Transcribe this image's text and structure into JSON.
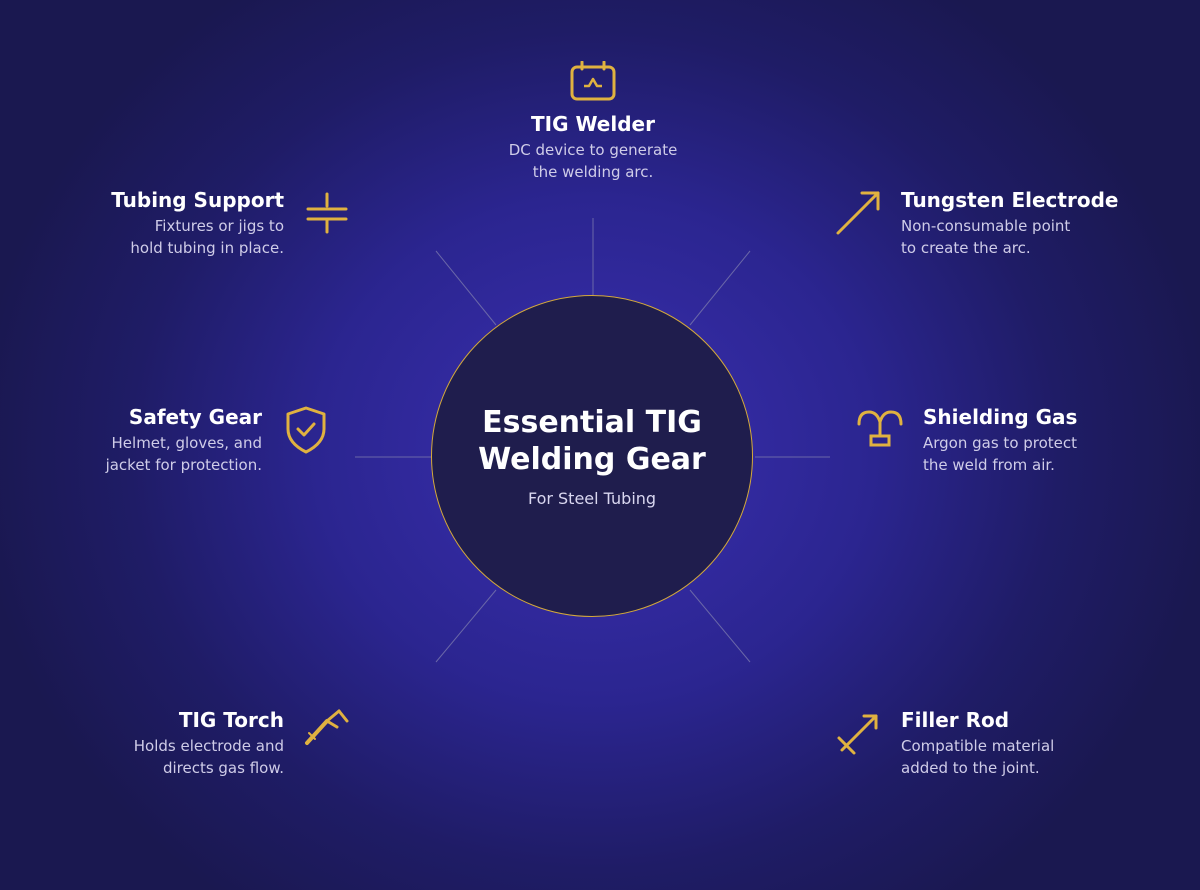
{
  "center": {
    "title_line1": "Essential TIG",
    "title_line2": "Welding Gear",
    "subtitle": "For Steel Tubing"
  },
  "nodes": [
    {
      "title": "TIG Welder",
      "desc_line1": "DC device to generate",
      "desc_line2": "the welding arc.",
      "icon": "welder-monitor-icon"
    },
    {
      "title": "Tungsten Electrode",
      "desc_line1": "Non-consumable point",
      "desc_line2": "to create the arc.",
      "icon": "electrode-arrow-icon"
    },
    {
      "title": "Shielding Gas",
      "desc_line1": "Argon gas to protect",
      "desc_line2": "the weld from air.",
      "icon": "gas-valve-icon"
    },
    {
      "title": "Filler Rod",
      "desc_line1": "Compatible material",
      "desc_line2": "added to the joint.",
      "icon": "filler-rod-icon"
    },
    {
      "title": "TIG Torch",
      "desc_line1": "Holds electrode and",
      "desc_line2": "directs gas flow.",
      "icon": "torch-icon"
    },
    {
      "title": "Safety Gear",
      "desc_line1": "Helmet, gloves, and",
      "desc_line2": "jacket for protection.",
      "icon": "shield-check-icon"
    },
    {
      "title": "Tubing Support",
      "desc_line1": "Fixtures or jigs to",
      "desc_line2": "hold tubing in place.",
      "icon": "clamp-icon"
    }
  ],
  "colors": {
    "accent": "#e0b240",
    "hub_fill": "#1f1d4d",
    "spoke": "#6a67a8"
  }
}
